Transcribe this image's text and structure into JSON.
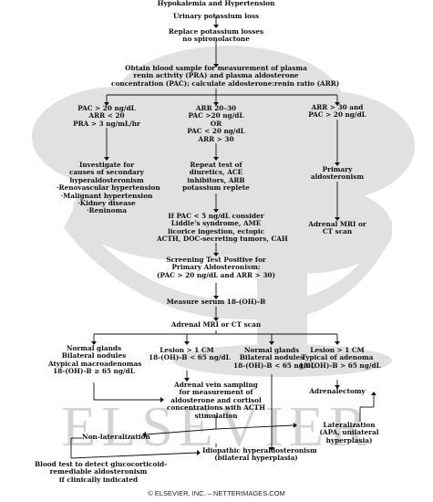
{
  "nodes": {
    "title": [
      "Hypokalemia and Hypertension"
    ],
    "urinary": [
      "Urinary potassium loss"
    ],
    "replace": [
      "Replace potassium losses",
      "no spironolactone"
    ],
    "obtain": [
      "Obtain blood sample for measurement of plasma",
      "renin activity (PRA) and plasma aldosterone",
      "concentration (PAC); calculate aldosterone:renin ratio (ARR)"
    ],
    "left_crit": [
      "PAC > 20 ng/dL",
      "ARR < 20",
      "PRA > 3 ng/mL/hr"
    ],
    "mid_crit": [
      "ARR 20–30",
      "PAC >20 ng/dL",
      "OR",
      "PAC < 20 ng/dL",
      "ARR > 30"
    ],
    "right_crit": [
      "ARR > 30 and",
      "PAC > 20 ng/dL"
    ],
    "investigate": [
      "Investigate for",
      "causes of secondary",
      "hyperaldosteronism",
      "·Renovascular hypertension",
      "·Malignant hypertension",
      "·Kidney disease",
      "·Reninoma"
    ],
    "repeat": [
      "Repeat test of",
      "diuretics, ACE",
      "inhibitors, ARB",
      "potassium replete"
    ],
    "primary_ald": [
      "Primary",
      "aldosteronism"
    ],
    "adrenal_mri_right": [
      "Adrenal MRI or",
      "CT scan"
    ],
    "ifpac": [
      "If PAC < 5 ng/dL consider",
      "Liddle's syndrome, AME",
      "licorice ingestion, ectopic",
      "ACTH, DOC-secreting tumors, CAH"
    ],
    "screening": [
      "Screening Test Positive for",
      "Primary Aldosteronism:",
      "(PAC > 20 ng/dL and ARR > 30)"
    ],
    "measure": [
      "Measure serum 18-(OH)-B"
    ],
    "adrenal_mri": [
      "Adrenal MRI or CT scan"
    ],
    "b1": [
      "Normal glands",
      "Bilateral nodules",
      "Atypical macroadenomas",
      "18-(OH)-B ≥ 65 ng/dL"
    ],
    "b2": [
      "Lesion > 1 CM",
      "18-(OH)-B < 65 ng/dL"
    ],
    "b3": [
      "Normal glands",
      "Bilateral nodules",
      "18-(OH)-B < 65 ng/dL"
    ],
    "b4": [
      "Lesion > 1 CM",
      "Typical of adenoma",
      "18-(OH)-B > 65 ng/dL"
    ],
    "avs": [
      "Adrenal vein sampling",
      "for measurement of",
      "aldosterone and cortisol",
      "concentrations with ACTH",
      "stimulation"
    ],
    "adrenalectomy": [
      "Adrenalectomy"
    ],
    "lateralization": [
      "Lateralization",
      "(APA, unilateral",
      "hyperplasia)"
    ],
    "nonlat": [
      "Non-lateralization"
    ],
    "idiopathic": [
      "Idiopathic hyperaldosteronism",
      "(bilateral hyperplasia)"
    ],
    "blood": [
      "Blood test to detect glucocorticoid-",
      "remediable aldosteronism",
      "if clinically indicated"
    ]
  },
  "watermark": "ELSEVIER",
  "credit": "© ELSEVIER, INC. – NETTERIMAGES.COM"
}
